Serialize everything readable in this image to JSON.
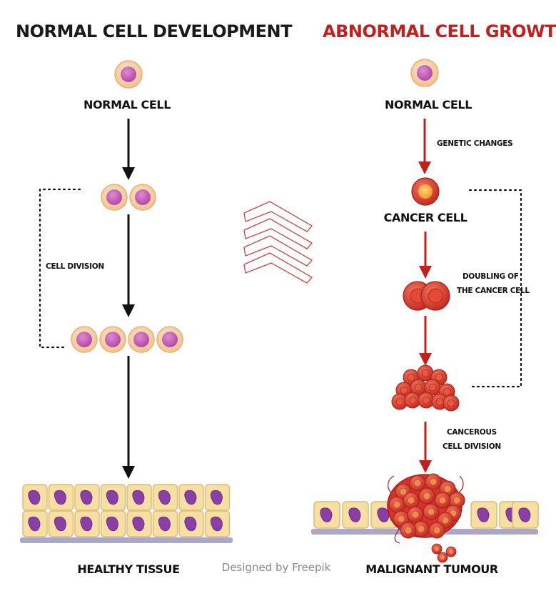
{
  "left": {
    "title": "NORMAL CELL DEVELOPMENT",
    "normal_cell": "NORMAL CELL",
    "cell_division": "CELL DIVISION",
    "healthy_tissue": "HEALTHY TISSUE"
  },
  "right": {
    "title": "ABNORMAL CELL GROWTH",
    "normal_cell": "NORMAL CELL",
    "genetic_changes": "GENETIC CHANGES",
    "cancer_cell": "CANCER CELL",
    "doubling_line1": "DOUBLING OF",
    "doubling_line2": "THE CANCER CELL",
    "cancerous_line1": "CANCEROUS",
    "cancerous_line2": "CELL DIVISION",
    "malignant_tumour": "MALIGNANT TUMOUR"
  },
  "credit": "Designed by Freepik",
  "colors": {
    "normal_title": "#1a1a1a",
    "abnormal_title": "#c0211f",
    "cell_outer": "#f7d2a6",
    "cell_nucleus": "#c356b4",
    "cancer_red": "#d9352b",
    "tissue_fill": "#f6dfa3",
    "nucleus_purple": "#8a3fa6"
  }
}
